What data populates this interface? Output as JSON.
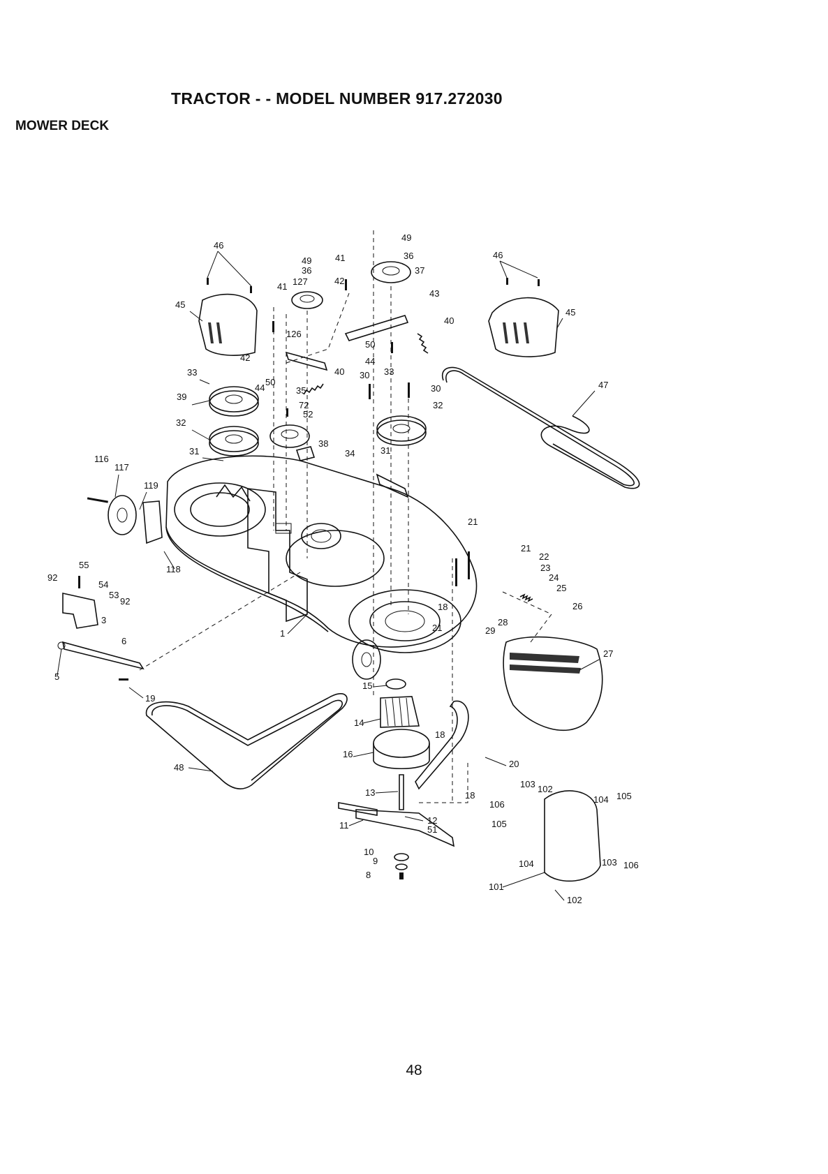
{
  "header": {
    "title": "TRACTOR - - MODEL NUMBER 917.272030",
    "subtitle": "MOWER DECK"
  },
  "footer": {
    "page_number": "48"
  },
  "diagram": {
    "callouts": [
      "46",
      "49",
      "41",
      "49",
      "36",
      "37",
      "36",
      "41",
      "127",
      "42",
      "43",
      "46",
      "45",
      "45",
      "40",
      "126",
      "50",
      "44",
      "42",
      "33",
      "40",
      "30",
      "33",
      "30",
      "44",
      "50",
      "35",
      "39",
      "47",
      "72",
      "52",
      "32",
      "32",
      "38",
      "31",
      "34",
      "31",
      "116",
      "117",
      "119",
      "21",
      "55",
      "21",
      "22",
      "23",
      "24",
      "118",
      "92",
      "54",
      "53",
      "92",
      "25",
      "26",
      "18",
      "3",
      "28",
      "29",
      "1",
      "21",
      "6",
      "27",
      "5",
      "19",
      "15",
      "14",
      "18",
      "16",
      "20",
      "48",
      "103",
      "102",
      "13",
      "106",
      "104",
      "105",
      "18",
      "12",
      "11",
      "51",
      "105",
      "10",
      "9",
      "104",
      "103",
      "106",
      "8",
      "101",
      "102"
    ]
  }
}
